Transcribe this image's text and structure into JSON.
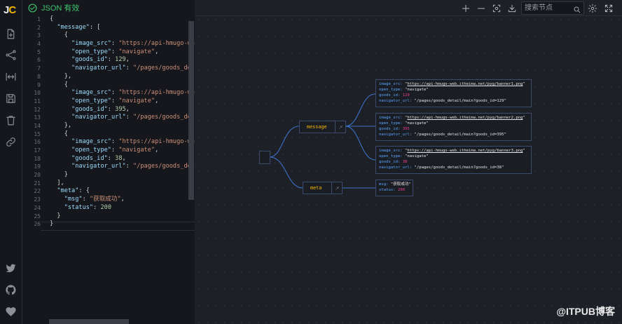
{
  "sidebar": {
    "logo_j": "J",
    "logo_c": "C",
    "icons": [
      "new-file-icon",
      "graph-icon",
      "expand-icon",
      "save-icon",
      "delete-icon",
      "link-icon",
      "twitter-icon",
      "github-icon",
      "heart-icon"
    ]
  },
  "editor": {
    "status_text": "JSON 有效",
    "status_color": "#3ec46d",
    "line_numbers": [
      "1",
      "2",
      "3",
      "4",
      "5",
      "6",
      "7",
      "8",
      "9",
      "10",
      "11",
      "12",
      "13",
      "14",
      "15",
      "16",
      "17",
      "18",
      "19",
      "20",
      "21",
      "22",
      "23",
      "24",
      "25",
      "26"
    ],
    "lines": [
      [
        [
          "p",
          "{"
        ]
      ],
      [
        [
          "p",
          "  "
        ],
        [
          "k",
          "\"message\""
        ],
        [
          "p",
          ": ["
        ]
      ],
      [
        [
          "p",
          "    {"
        ]
      ],
      [
        [
          "p",
          "      "
        ],
        [
          "k",
          "\"image_src\""
        ],
        [
          "p",
          ": "
        ],
        [
          "s",
          "\"https://api-hmugo-web.it"
        ]
      ],
      [
        [
          "p",
          "      "
        ],
        [
          "k",
          "\"open_type\""
        ],
        [
          "p",
          ": "
        ],
        [
          "s",
          "\"navigate\""
        ],
        [
          "p",
          ","
        ]
      ],
      [
        [
          "p",
          "      "
        ],
        [
          "k",
          "\"goods_id\""
        ],
        [
          "p",
          ": "
        ],
        [
          "n",
          "129"
        ],
        [
          "p",
          ","
        ]
      ],
      [
        [
          "p",
          "      "
        ],
        [
          "k",
          "\"navigator_url\""
        ],
        [
          "p",
          ": "
        ],
        [
          "s",
          "\"/pages/goods_detail/"
        ]
      ],
      [
        [
          "p",
          "    },"
        ]
      ],
      [
        [
          "p",
          "    {"
        ]
      ],
      [
        [
          "p",
          "      "
        ],
        [
          "k",
          "\"image_src\""
        ],
        [
          "p",
          ": "
        ],
        [
          "s",
          "\"https://api-hmugo-web.it"
        ]
      ],
      [
        [
          "p",
          "      "
        ],
        [
          "k",
          "\"open_type\""
        ],
        [
          "p",
          ": "
        ],
        [
          "s",
          "\"navigate\""
        ],
        [
          "p",
          ","
        ]
      ],
      [
        [
          "p",
          "      "
        ],
        [
          "k",
          "\"goods_id\""
        ],
        [
          "p",
          ": "
        ],
        [
          "n",
          "395"
        ],
        [
          "p",
          ","
        ]
      ],
      [
        [
          "p",
          "      "
        ],
        [
          "k",
          "\"navigator_url\""
        ],
        [
          "p",
          ": "
        ],
        [
          "s",
          "\"/pages/goods_detail/"
        ]
      ],
      [
        [
          "p",
          "    },"
        ]
      ],
      [
        [
          "p",
          "    {"
        ]
      ],
      [
        [
          "p",
          "      "
        ],
        [
          "k",
          "\"image_src\""
        ],
        [
          "p",
          ": "
        ],
        [
          "s",
          "\"https://api-hmugo-web.it"
        ]
      ],
      [
        [
          "p",
          "      "
        ],
        [
          "k",
          "\"open_type\""
        ],
        [
          "p",
          ": "
        ],
        [
          "s",
          "\"navigate\""
        ],
        [
          "p",
          ","
        ]
      ],
      [
        [
          "p",
          "      "
        ],
        [
          "k",
          "\"goods_id\""
        ],
        [
          "p",
          ": "
        ],
        [
          "n",
          "38"
        ],
        [
          "p",
          ","
        ]
      ],
      [
        [
          "p",
          "      "
        ],
        [
          "k",
          "\"navigator_url\""
        ],
        [
          "p",
          ": "
        ],
        [
          "s",
          "\"/pages/goods_detail/"
        ]
      ],
      [
        [
          "p",
          "    }"
        ]
      ],
      [
        [
          "p",
          "  ],"
        ]
      ],
      [
        [
          "p",
          "  "
        ],
        [
          "k",
          "\"meta\""
        ],
        [
          "p",
          ": {"
        ]
      ],
      [
        [
          "p",
          "    "
        ],
        [
          "k",
          "\"msg\""
        ],
        [
          "p",
          ": "
        ],
        [
          "s",
          "\"获取成功\""
        ],
        [
          "p",
          ","
        ]
      ],
      [
        [
          "p",
          "    "
        ],
        [
          "k",
          "\"status\""
        ],
        [
          "p",
          ": "
        ],
        [
          "n",
          "200"
        ]
      ],
      [
        [
          "p",
          "  }"
        ]
      ],
      [
        [
          "p",
          "}"
        ]
      ]
    ]
  },
  "toolbar": {
    "search_placeholder": "搜索节点",
    "icons": [
      "zoom-in-icon",
      "zoom-out-icon",
      "fit-view-icon",
      "download-icon",
      "settings-icon",
      "fullscreen-icon"
    ]
  },
  "graph": {
    "message_label": "message",
    "meta_label": "meta",
    "items": [
      [
        [
          "k",
          "image_src: "
        ],
        [
          "v",
          "\""
        ],
        [
          "u",
          "https://api-hmugo-web.itheima.net/pyg/banner1.png"
        ],
        [
          "v",
          "\""
        ]
      ],
      [
        [
          "k",
          "open_type: "
        ],
        [
          "v",
          "\"navigate\""
        ]
      ],
      [
        [
          "k",
          "goods_id: "
        ],
        [
          "n",
          "129"
        ]
      ],
      [
        [
          "k",
          "navigator_url: "
        ],
        [
          "v",
          "\"/pages/goods_detail/main?goods_id=129\""
        ]
      ]
    ],
    "items2": [
      [
        [
          "k",
          "image_src: "
        ],
        [
          "v",
          "\""
        ],
        [
          "u",
          "https://api-hmugo-web.itheima.net/pyg/banner2.png"
        ],
        [
          "v",
          "\""
        ]
      ],
      [
        [
          "k",
          "open_type: "
        ],
        [
          "v",
          "\"navigate\""
        ]
      ],
      [
        [
          "k",
          "goods_id: "
        ],
        [
          "n",
          "395"
        ]
      ],
      [
        [
          "k",
          "navigator_url: "
        ],
        [
          "v",
          "\"/pages/goods_detail/main?goods_id=395\""
        ]
      ]
    ],
    "items3": [
      [
        [
          "k",
          "image_src: "
        ],
        [
          "v",
          "\""
        ],
        [
          "u",
          "https://api-hmugo-web.itheima.net/pyg/banner3.png"
        ],
        [
          "v",
          "\""
        ]
      ],
      [
        [
          "k",
          "open_type: "
        ],
        [
          "v",
          "\"navigate\""
        ]
      ],
      [
        [
          "k",
          "goods_id: "
        ],
        [
          "n",
          "38"
        ]
      ],
      [
        [
          "k",
          "navigator_url: "
        ],
        [
          "v",
          "\"/pages/goods_detail/main?goods_id=38\""
        ]
      ]
    ],
    "meta_rows": [
      [
        [
          "k",
          "msg: "
        ],
        [
          "v",
          "\"获取成功\""
        ]
      ],
      [
        [
          "k",
          "status: "
        ],
        [
          "n",
          "200"
        ]
      ]
    ],
    "edge_color": "#3b72c9",
    "node_border": "#3c4a6e"
  },
  "watermark": "@ITPUB博客"
}
